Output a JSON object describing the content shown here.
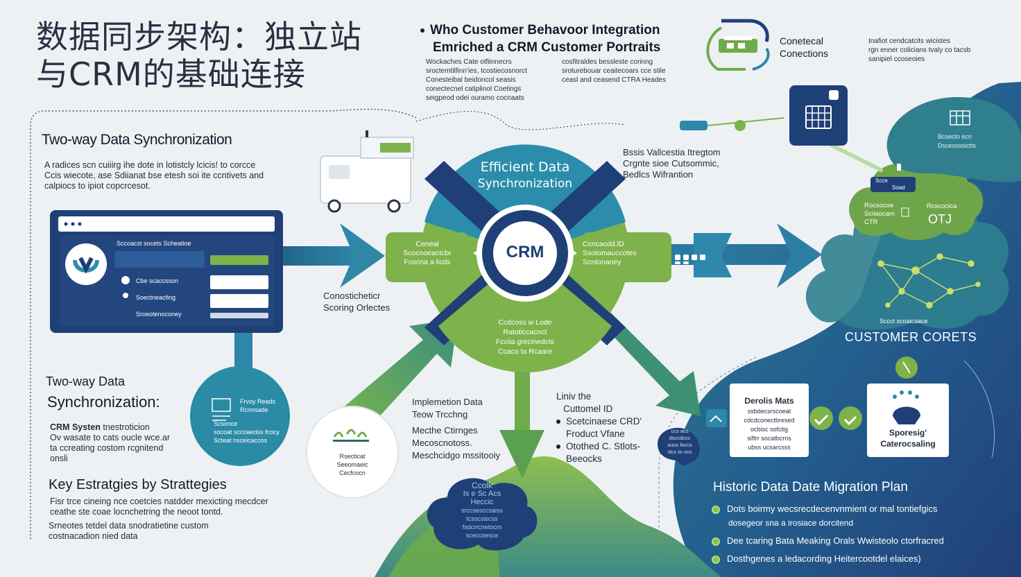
{
  "title": {
    "line1": "数据同步架构：独立站",
    "line2": "与CRM的基础连接"
  },
  "top_block": {
    "heading1": "Who Customer Behavoor Integration",
    "heading2": "Emriched a CRM Customer Portraits",
    "col1": [
      "Wockaches Cate otfiinnecrs",
      "sroctemtilfinn'ies, tcostiecosnorct",
      "Conesteibal beidoncol seasis",
      "conectecnel catiplinol Coetings",
      "seigpeod odei ouramo cocnaats"
    ],
    "col2": [
      "cosfitraldes bessleste corinng",
      "sroturebouar ceaitecoars cce stile",
      "ceasl and ceasend CTRA Heades"
    ]
  },
  "connections": {
    "label1": "Conetecal",
    "label2": "Conections"
  },
  "top_right_note": [
    "Inafiot cendcatcits wicistes",
    "rgn enner colicians tvaly co tacsb",
    "sanipiel ccoseoies"
  ],
  "left": {
    "sync_title": "Two-way Data Synchronization",
    "sync_desc": [
      "A radices scn cuiiirg ihe dote in lotistcly lcicis! to corcce",
      "Ccis wiecote, ase Sdiianat bse etesh soi ite ccntivets and",
      "calpiocs to ipiot copcrcesot."
    ],
    "panel_header": "Sccoacst socets Scheatioe",
    "panel_rows": [
      "Cbe scaccsson",
      "Soectneacfing",
      "Sroeotenoconey"
    ],
    "sync2_title1": "Two-way Data",
    "sync2_title2": "Synchronization:",
    "crm_sys_head": "CRM Systen",
    "crm_sys_head2": "tnestroticion",
    "crm_sys_desc": [
      "Ov wasate to cats oucle wce.ar",
      "ta ccreating costom rcgnitend",
      "onsli"
    ],
    "bubble_text": [
      "Frvoy  Reads",
      "Rcnnsade",
      "Scsonce",
      "socoat sccoaedss fcocy",
      "Scteat nsceicaccos"
    ],
    "key_title": "Key Estratgies by Strattegies",
    "key_desc1": [
      "Fisr trce cineing nce coetcies natdder mexicting mecdcer",
      "ceathe ste coae locnchetring the neoot tontd."
    ],
    "key_desc2": [
      "Srneotes tetdel data snodratietine custom",
      "costnacadion nied data"
    ]
  },
  "center": {
    "ring_title1": "Efficient Data",
    "ring_title2": "Synchronization",
    "crm": "CRM",
    "left_node": [
      "Ceneal",
      "Scocnoeactcbr",
      "Fcocna a licds"
    ],
    "right_node": [
      "Ccncacdd.lD",
      "Ssotomauccotes",
      "Scntonaney"
    ],
    "bottom_node": [
      "Ccdcoss w Lode",
      "Ratoticcacnct",
      "Fcciia grecinedcts",
      "Ccaco ta Rcaare"
    ],
    "left_label": [
      "Conosticheticr",
      "Scoring Orlectes"
    ],
    "right_label": [
      "Bssis Vallcestia Itregtom",
      "Crgnte sioe Cutsommic,",
      "Bedlcs Wifrantion"
    ],
    "impl": [
      "Implemetion Data",
      "Teow Trcchng"
    ],
    "match": [
      "Mecthe Ctirnges",
      "Mecoscnotoss.",
      "Meschcidgo mssitooiy"
    ],
    "link_head1": "Liniv the",
    "link_head2": "Cuttomel ID",
    "link_items": [
      "Scetcinaese CRD'",
      "Froduct Vfane",
      "Otothed C. Stlots-",
      "Beeocks"
    ],
    "small_circle": [
      "Rsecticat",
      "Seeomaeic",
      "Cecfcocn"
    ],
    "cloud_text": [
      "Ccolk",
      "Is e Sc Acs",
      "Heccic",
      "srccsesccsaiss",
      "tcsscsiscss",
      "fsdcrrcnetocm",
      "sceccsesce"
    ]
  },
  "right": {
    "portrait_label": "CUSTOMER CORETS",
    "graph_caption": "Sccct scoaicaace",
    "tr_label": [
      "Bcsecto ecn",
      "Dscesossictts"
    ],
    "cloud_left": [
      "Rocsocoe",
      "Sciiaocam",
      "CTR"
    ],
    "cloud_right_head": "Rcscocica",
    "cloud_right_val": "OTJ",
    "bubble_small": [
      "Scce",
      "Soad"
    ],
    "card1_title": "Derolis Mats",
    "card1_lines": [
      "ssbdecsrscoeat",
      "cdcdconectbresed",
      "ocbisc sofctig",
      "siftrr socatbcrns",
      "ubss ucsarcsss"
    ],
    "card2_title1": "Sporesig'",
    "card2_title2": "Caterocsaling",
    "migration_title": "Historic Data Date Migration Plan",
    "migration_items": [
      "Dots boirmy wecsrecdecenvnmient or mal tontiefgics",
      "Dee tcaring Bata Meaking Orals Wwisteolo ctorfracred",
      "Dosthgenes a ledacording Heitercootdel elaices)"
    ],
    "migration_sub": "dosegeor sna a irosiace dorcitend",
    "chat_bubble": [
      "ccs acs",
      "dsccdcsc",
      "ouos foccs",
      "slcs to ocs"
    ]
  }
}
